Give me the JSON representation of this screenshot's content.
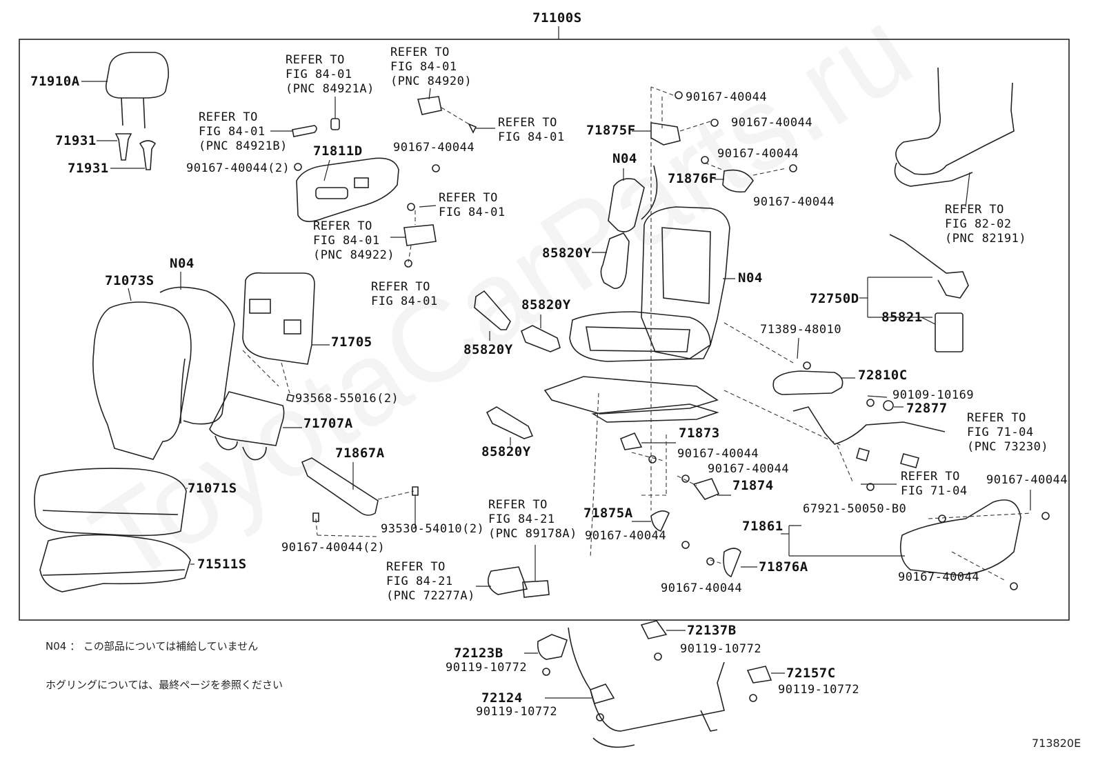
{
  "diagram": {
    "assembly_number": "71100S",
    "figure_code": "713820E",
    "watermark": "ToyotaCarParts.ru",
    "notes": [
      "N04 ： この部品については補給していません",
      "ホグリングについては、最終ページを参照ください"
    ],
    "labels": {
      "p71910A": "71910A",
      "p71931a": "71931",
      "p71931b": "71931",
      "ref_fig8401_84921B": "REFER TO\nFIG 84-01\n(PNC 84921B)",
      "ref_fig8401_84921A": "REFER TO\nFIG 84-01\n(PNC 84921A)",
      "ref_fig8401_84920": "REFER TO\nFIG 84-01\n(PNC 84920)",
      "ref_fig8401_a": "REFER TO\nFIG 84-01",
      "p71811D": "71811D",
      "b90167_2a": "90167-40044(2)",
      "b90167_a": "90167-40044",
      "ref_fig8401_b": "REFER TO\nFIG 84-01",
      "ref_fig8401_84922": "REFER TO\nFIG 84-01\n(PNC 84922)",
      "ref_fig8401_c": "REFER TO\nFIG 84-01",
      "b90167_b": "90167-40044",
      "b90167_c": "90167-40044",
      "p71875F": "71875F",
      "b90167_d": "90167-40044",
      "p71876F": "71876F",
      "b90167_e": "90167-40044",
      "pN04a": "N04",
      "pN04b": "N04",
      "pN04c": "N04",
      "p85820Y_a": "85820Y",
      "p85820Y_b": "85820Y",
      "p85820Y_c": "85820Y",
      "p85820Y_d": "85820Y",
      "ref_fig8202": "REFER TO\nFIG 82-02\n(PNC 82191)",
      "p72750D": "72750D",
      "p85821": "85821",
      "p71073S": "71073S",
      "p71705": "71705",
      "b93568": "93568-55016(2)",
      "p71707A": "71707A",
      "p71389": "71389-48010",
      "p72810C": "72810C",
      "b90109": "90109-10169",
      "p72877": "72877",
      "ref_fig7104_73230": "REFER TO\nFIG 71-04\n(PNC 73230)",
      "p71873": "71873",
      "b90167_f": "90167-40044",
      "b90167_g": "90167-40044",
      "p71874": "71874",
      "ref_fig7104": "REFER TO\nFIG 71-04",
      "b90167_h": "90167-40044",
      "p71867A": "71867A",
      "p71071S": "71071S",
      "b93530": "93530-54010(2)",
      "b90167_2b": "90167-40044(2)",
      "ref_fig8421_89178A": "REFER TO\nFIG 84-21\n(PNC 89178A)",
      "p71875A": "71875A",
      "b90167_i": "90167-40044",
      "p71861": "71861",
      "p67921": "67921-50050-B0",
      "p71876A": "71876A",
      "b90167_j": "90167-40044",
      "b90167_k": "90167-40044",
      "p71511S": "71511S",
      "ref_fig8421_72277A": "REFER TO\nFIG 84-21\n(PNC 72277A)",
      "p72137B": "72137B",
      "p72123B": "72123B",
      "b90119_a": "90119-10772",
      "b90119_b": "90119-10772",
      "p72157C": "72157C",
      "p72124": "72124",
      "b90119_c": "90119-10772",
      "b90119_d": "90119-10772"
    }
  }
}
